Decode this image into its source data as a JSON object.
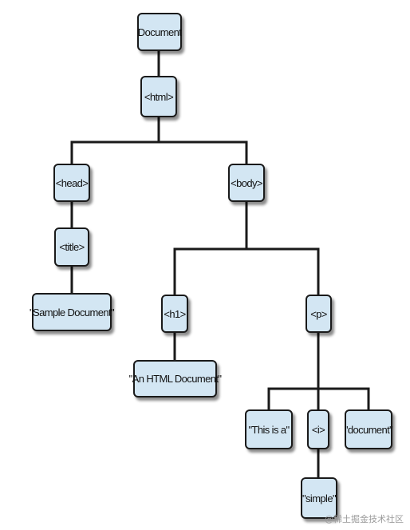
{
  "nodes": {
    "document": "Document",
    "html": "<html>",
    "head": "<head>",
    "body": "<body>",
    "title": "<title>",
    "sample_document": "\"Sample Document\"",
    "h1": "<h1>",
    "p": "<p>",
    "an_html_document": "\"An HTML Document\"",
    "this_is_a": "\"This is a\"",
    "i": "<i>",
    "document_text": "\"document\"",
    "simple": "\"simple\""
  },
  "watermark": "@稀土掘金技术社区",
  "colors": {
    "node_fill": "#d3e6f3",
    "stroke": "#1a1a1a"
  }
}
